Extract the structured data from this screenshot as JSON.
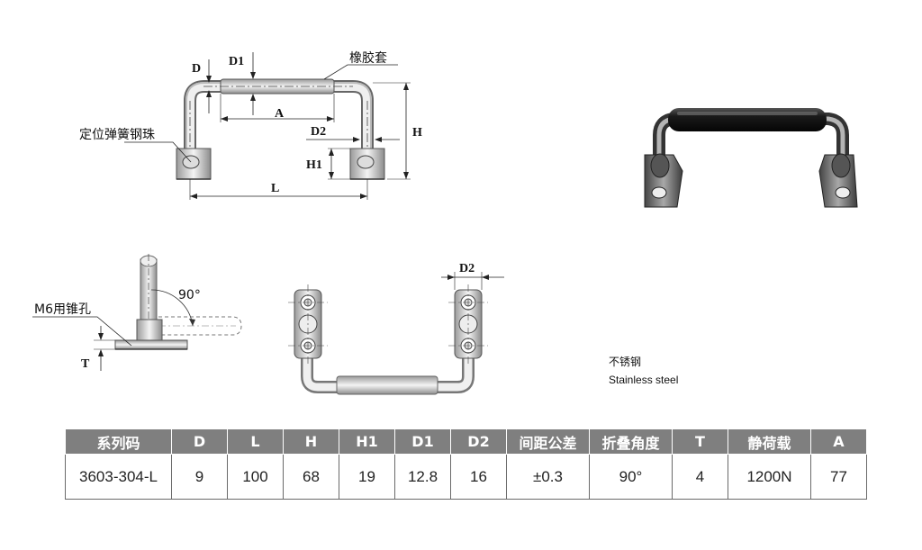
{
  "drawing_labels": {
    "d": "D",
    "d1": "D1",
    "rubber_sleeve": "橡胶套",
    "positioning_ball": "定位弹簧钢珠",
    "a": "A",
    "d2": "D2",
    "h": "H",
    "h1": "H1",
    "l": "L",
    "angle": "90°",
    "m6_hole": "M6用锥孔",
    "t": "T",
    "d2_top": "D2"
  },
  "material": {
    "cn": "不锈钢",
    "en": "Stainless steel"
  },
  "table": {
    "headers": [
      "系列码",
      "D",
      "L",
      "H",
      "H1",
      "D1",
      "D2",
      "间距公差",
      "折叠角度",
      "T",
      "静荷载",
      "A"
    ],
    "row": [
      "3603-304-L",
      "9",
      "100",
      "68",
      "19",
      "12.8",
      "16",
      "±0.3",
      "90°",
      "4",
      "1200N",
      "77"
    ]
  }
}
